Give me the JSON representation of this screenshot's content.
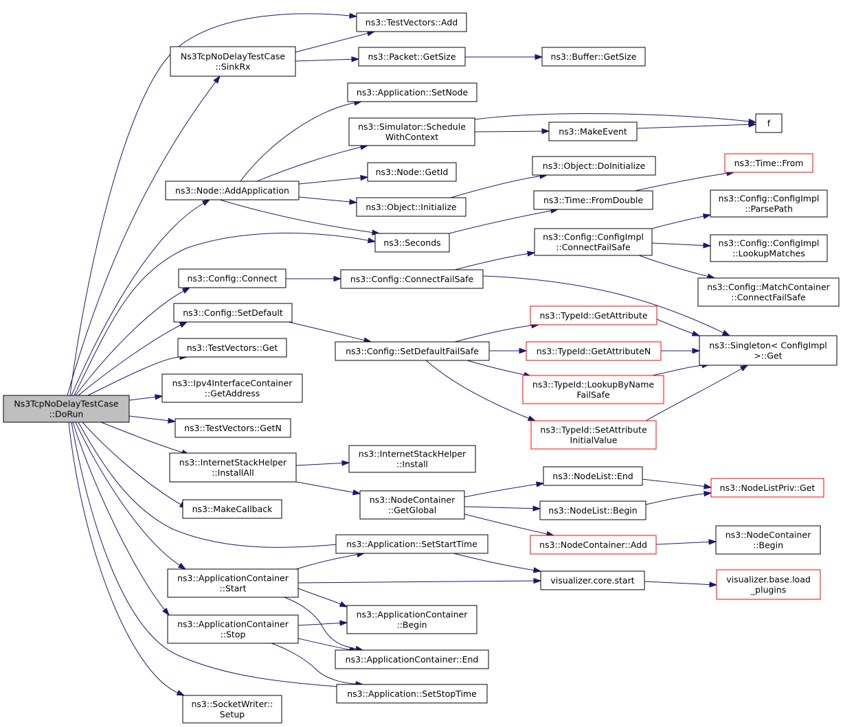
{
  "nodes": {
    "doRun": [
      "Ns3TcpNoDelayTestCase",
      "::DoRun"
    ],
    "tvAdd": [
      "ns3::TestVectors::Add"
    ],
    "sinkRx": [
      "Ns3TcpNoDelayTestCase",
      "::SinkRx"
    ],
    "packetGetSize": [
      "ns3::Packet::GetSize"
    ],
    "bufferGetSize": [
      "ns3::Buffer::GetSize"
    ],
    "appSetNode": [
      "ns3::Application::SetNode"
    ],
    "simSchedule": [
      "ns3::Simulator::Schedule",
      "WithContext"
    ],
    "makeEvent": [
      "ns3::MakeEvent"
    ],
    "f": [
      "f"
    ],
    "nodeGetId": [
      "ns3::Node::GetId"
    ],
    "objDoInit": [
      "ns3::Object::DoInitialize"
    ],
    "timeFrom": [
      "ns3::Time::From"
    ],
    "nodeAddApp": [
      "ns3::Node::AddApplication"
    ],
    "objInit": [
      "ns3::Object::Initialize"
    ],
    "timeFromDouble": [
      "ns3::Time::FromDouble"
    ],
    "parsePath": [
      "ns3::Config::ConfigImpl",
      "::ParsePath"
    ],
    "seconds": [
      "ns3::Seconds"
    ],
    "cfgImplConnect": [
      "ns3::Config::ConfigImpl",
      "::ConnectFailSafe"
    ],
    "lookupMatches": [
      "ns3::Config::ConfigImpl",
      "::LookupMatches"
    ],
    "cfgConnect": [
      "ns3::Config::Connect"
    ],
    "cfgConnectFS": [
      "ns3::Config::ConnectFailSafe"
    ],
    "matchContainer": [
      "ns3::Config::MatchContainer",
      "::ConnectFailSafe"
    ],
    "cfgSetDefault": [
      "ns3::Config::SetDefault"
    ],
    "getAttr": [
      "ns3::TypeId::GetAttribute"
    ],
    "singletonGet": [
      "ns3::Singleton< ConfigImpl",
      ">::Get"
    ],
    "tvGet": [
      "ns3::TestVectors::Get"
    ],
    "cfgSetDefaultFS": [
      "ns3::Config::SetDefaultFailSafe"
    ],
    "getAttrN": [
      "ns3::TypeId::GetAttributeN"
    ],
    "ipv4GetAddr": [
      "ns3::Ipv4InterfaceContainer",
      "::GetAddress"
    ],
    "lookupByName": [
      "ns3::TypeId::LookupByName",
      "FailSafe"
    ],
    "tvGetN": [
      "ns3::TestVectors::GetN"
    ],
    "setAttrInit": [
      "ns3::TypeId::SetAttribute",
      "InitialValue"
    ],
    "ishInstallAll": [
      "ns3::InternetStackHelper",
      "::InstallAll"
    ],
    "ishInstall": [
      "ns3::InternetStackHelper",
      "::Install"
    ],
    "nodeListEnd": [
      "ns3::NodeList::End"
    ],
    "nlPrivGet": [
      "ns3::NodeListPriv::Get"
    ],
    "ncGetGlobal": [
      "ns3::NodeContainer",
      "::GetGlobal"
    ],
    "makeCallback": [
      "ns3::MakeCallback"
    ],
    "nodeListBegin": [
      "ns3::NodeList::Begin"
    ],
    "ncAdd": [
      "ns3::NodeContainer::Add"
    ],
    "ncBegin": [
      "ns3::NodeContainer",
      "::Begin"
    ],
    "appSetStart": [
      "ns3::Application::SetStartTime"
    ],
    "acStart": [
      "ns3::ApplicationContainer",
      "::Start"
    ],
    "vizStart": [
      "visualizer.core.start"
    ],
    "vizLoad": [
      "visualizer.base.load",
      "_plugins"
    ],
    "acBegin": [
      "ns3::ApplicationContainer",
      "::Begin"
    ],
    "acStop": [
      "ns3::ApplicationContainer",
      "::Stop"
    ],
    "acEnd": [
      "ns3::ApplicationContainer::End"
    ],
    "appSetStop": [
      "ns3::Application::SetStopTime"
    ],
    "sockWriterSetup": [
      "ns3::SocketWriter::",
      "Setup"
    ]
  },
  "colors": {
    "edge": "#191970",
    "root_fill": "#bfbfbf",
    "truncated_border": "#ff0000"
  }
}
